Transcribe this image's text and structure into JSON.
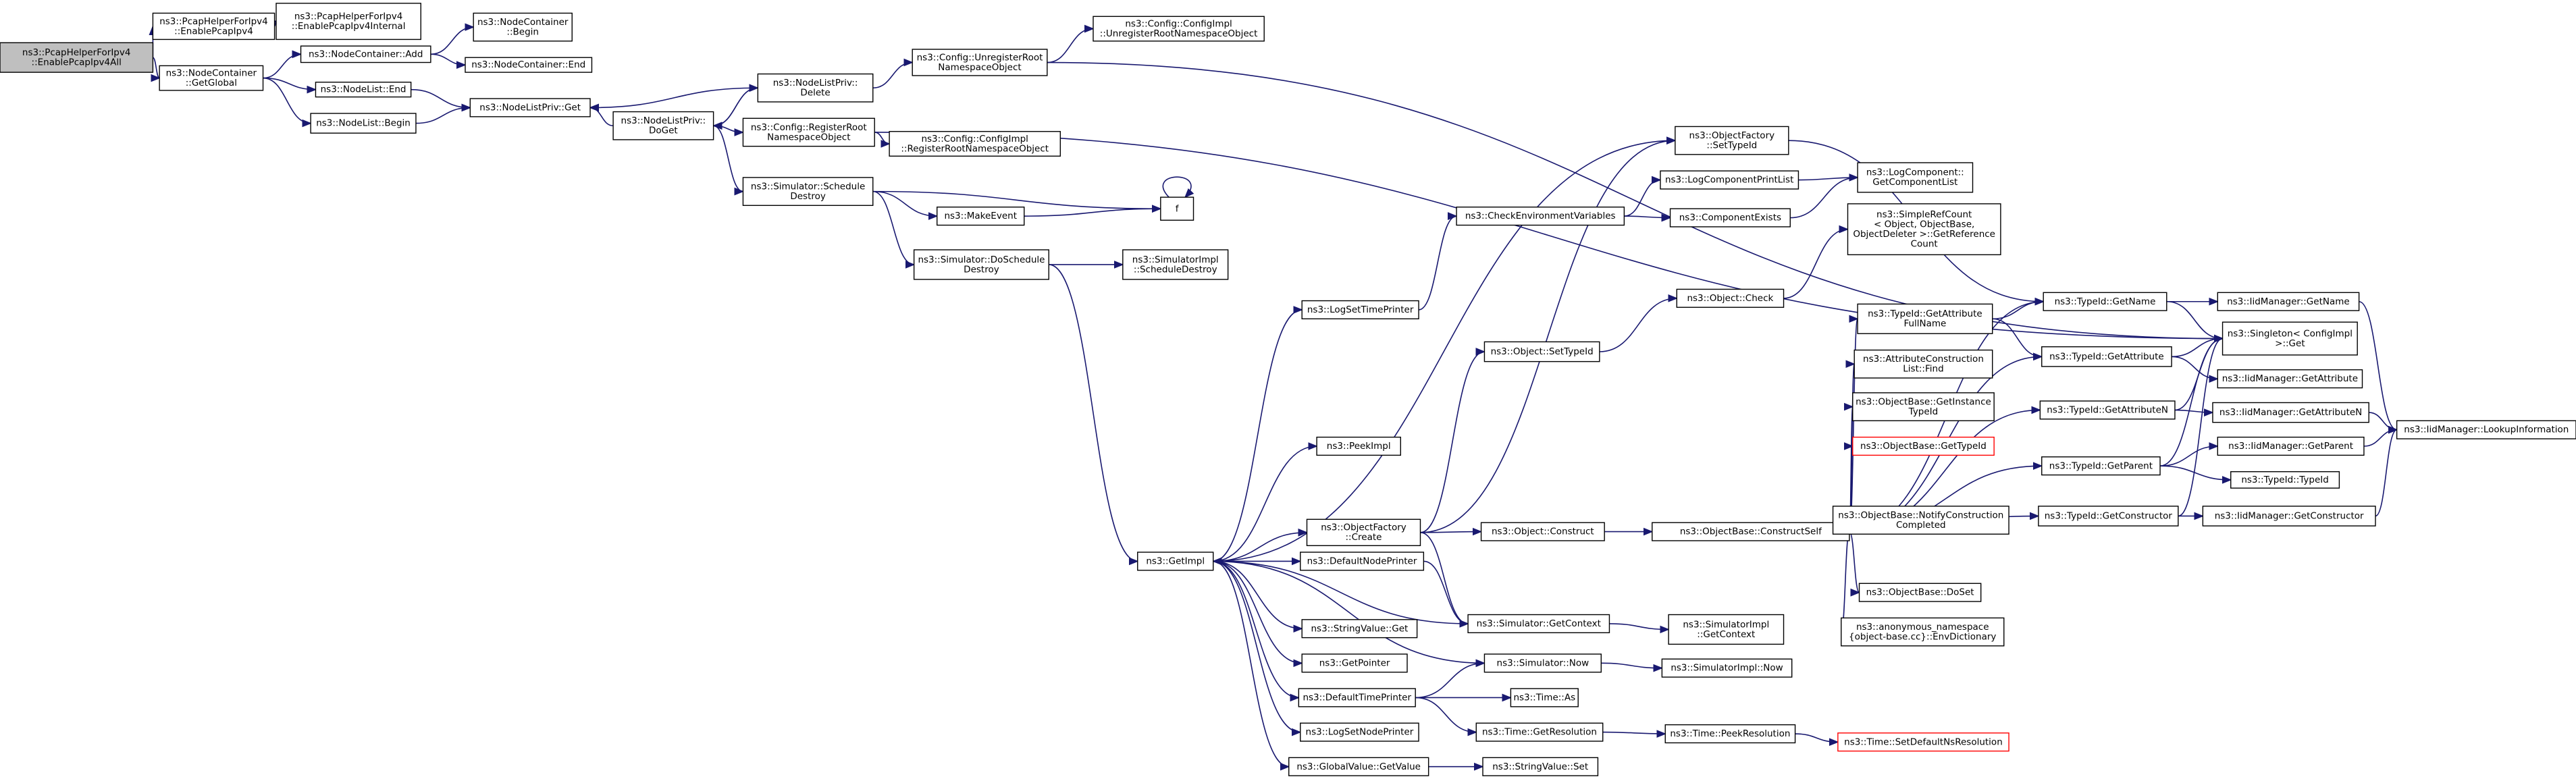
{
  "nodes": [
    {
      "id": "root",
      "lines": [
        "ns3::PcapHelperForIpv4",
        "::EnablePcapIpv4All"
      ],
      "style": "root"
    },
    {
      "id": "n1",
      "lines": [
        "ns3::PcapHelperForIpv4",
        "::EnablePcapIpv4"
      ]
    },
    {
      "id": "n2",
      "lines": [
        "ns3::PcapHelperForIpv4",
        "::EnablePcapIpv4Internal"
      ]
    },
    {
      "id": "n3",
      "lines": [
        "ns3::NodeContainer",
        "::GetGlobal"
      ]
    },
    {
      "id": "n4",
      "lines": [
        "ns3::NodeContainer::Add"
      ]
    },
    {
      "id": "n5",
      "lines": [
        "ns3::NodeContainer",
        "::Begin"
      ]
    },
    {
      "id": "n6",
      "lines": [
        "ns3::NodeContainer::End"
      ]
    },
    {
      "id": "n7",
      "lines": [
        "ns3::NodeList::End"
      ]
    },
    {
      "id": "n8",
      "lines": [
        "ns3::NodeList::Begin"
      ]
    },
    {
      "id": "n9",
      "lines": [
        "ns3::NodeListPriv::Get"
      ]
    },
    {
      "id": "n10",
      "lines": [
        "ns3::NodeListPriv::",
        "Delete"
      ]
    },
    {
      "id": "n11",
      "lines": [
        "ns3::NodeListPriv::",
        "DoGet"
      ]
    },
    {
      "id": "n12",
      "lines": [
        "ns3::Config::UnregisterRoot",
        "NamespaceObject"
      ]
    },
    {
      "id": "n13",
      "lines": [
        "ns3::Config::ConfigImpl",
        "::UnregisterRootNamespaceObject"
      ]
    },
    {
      "id": "n14",
      "lines": [
        "ns3::Config::RegisterRoot",
        "NamespaceObject"
      ]
    },
    {
      "id": "n15",
      "lines": [
        "ns3::Config::ConfigImpl",
        "::RegisterRootNamespaceObject"
      ]
    },
    {
      "id": "n16",
      "lines": [
        "ns3::Simulator::Schedule",
        "Destroy"
      ]
    },
    {
      "id": "n17",
      "lines": [
        "ns3::MakeEvent"
      ]
    },
    {
      "id": "n18",
      "lines": [
        "f"
      ]
    },
    {
      "id": "n19",
      "lines": [
        "ns3::Simulator::DoSchedule",
        "Destroy"
      ]
    },
    {
      "id": "n20",
      "lines": [
        "ns3::SimulatorImpl",
        "::ScheduleDestroy"
      ]
    },
    {
      "id": "n21",
      "lines": [
        "ns3::ObjectFactory",
        "::SetTypeId"
      ]
    },
    {
      "id": "n22",
      "lines": [
        "ns3::CheckEnvironmentVariables"
      ]
    },
    {
      "id": "n23",
      "lines": [
        "ns3::LogComponentPrintList"
      ]
    },
    {
      "id": "n24",
      "lines": [
        "ns3::ComponentExists"
      ]
    },
    {
      "id": "n25",
      "lines": [
        "ns3::LogComponent::",
        "GetComponentList"
      ]
    },
    {
      "id": "n26",
      "lines": [
        "ns3::SimpleRefCount",
        "< Object, ObjectBase,",
        "ObjectDeleter >::GetReference",
        "Count"
      ]
    },
    {
      "id": "n27",
      "lines": [
        "ns3::LogSetTimePrinter"
      ]
    },
    {
      "id": "n28",
      "lines": [
        "ns3::Object::Check"
      ]
    },
    {
      "id": "n29",
      "lines": [
        "ns3::TypeId::GetAttribute",
        "FullName"
      ]
    },
    {
      "id": "n30",
      "lines": [
        "ns3::TypeId::GetName"
      ]
    },
    {
      "id": "n31",
      "lines": [
        "ns3::IidManager::GetName"
      ]
    },
    {
      "id": "n32",
      "lines": [
        "ns3::Singleton< ConfigImpl",
        ">::Get"
      ]
    },
    {
      "id": "n33",
      "lines": [
        "ns3::Object::SetTypeId"
      ]
    },
    {
      "id": "n34",
      "lines": [
        "ns3::AttributeConstruction",
        "List::Find"
      ]
    },
    {
      "id": "n35",
      "lines": [
        "ns3::TypeId::GetAttribute"
      ]
    },
    {
      "id": "n36",
      "lines": [
        "ns3::IidManager::GetAttribute"
      ]
    },
    {
      "id": "n37",
      "lines": [
        "ns3::ObjectBase::GetInstance",
        "TypeId"
      ]
    },
    {
      "id": "n38",
      "lines": [
        "ns3::TypeId::GetAttributeN"
      ]
    },
    {
      "id": "n39",
      "lines": [
        "ns3::IidManager::GetAttributeN"
      ]
    },
    {
      "id": "n40",
      "lines": [
        "ns3::IidManager::LookupInformation"
      ]
    },
    {
      "id": "n41",
      "lines": [
        "ns3::ObjectBase::GetTypeId"
      ],
      "style": "red"
    },
    {
      "id": "n42",
      "lines": [
        "ns3::PeekImpl"
      ]
    },
    {
      "id": "n43",
      "lines": [
        "ns3::TypeId::GetParent"
      ]
    },
    {
      "id": "n44",
      "lines": [
        "ns3::IidManager::GetParent"
      ]
    },
    {
      "id": "n45",
      "lines": [
        "ns3::TypeId::TypeId"
      ]
    },
    {
      "id": "n46",
      "lines": [
        "ns3::ObjectFactory",
        "::Create"
      ]
    },
    {
      "id": "n47",
      "lines": [
        "ns3::Object::Construct"
      ]
    },
    {
      "id": "n48",
      "lines": [
        "ns3::ObjectBase::ConstructSelf"
      ]
    },
    {
      "id": "n49",
      "lines": [
        "ns3::ObjectBase::NotifyConstruction",
        "Completed"
      ]
    },
    {
      "id": "n50",
      "lines": [
        "ns3::TypeId::GetConstructor"
      ]
    },
    {
      "id": "n51",
      "lines": [
        "ns3::IidManager::GetConstructor"
      ]
    },
    {
      "id": "n52",
      "lines": [
        "ns3::GetImpl"
      ]
    },
    {
      "id": "n53",
      "lines": [
        "ns3::DefaultNodePrinter"
      ]
    },
    {
      "id": "n54",
      "lines": [
        "ns3::ObjectBase::DoSet"
      ]
    },
    {
      "id": "n55",
      "lines": [
        "ns3::Simulator::GetContext"
      ]
    },
    {
      "id": "n56",
      "lines": [
        "ns3::SimulatorImpl",
        "::GetContext"
      ]
    },
    {
      "id": "n57",
      "lines": [
        "ns3::StringValue::Get"
      ]
    },
    {
      "id": "n58",
      "lines": [
        "ns3::anonymous_namespace",
        "{object-base.cc}::EnvDictionary"
      ]
    },
    {
      "id": "n59",
      "lines": [
        "ns3::GetPointer"
      ]
    },
    {
      "id": "n60",
      "lines": [
        "ns3::Simulator::Now"
      ]
    },
    {
      "id": "n61",
      "lines": [
        "ns3::SimulatorImpl::Now"
      ]
    },
    {
      "id": "n62",
      "lines": [
        "ns3::DefaultTimePrinter"
      ]
    },
    {
      "id": "n63",
      "lines": [
        "ns3::Time::As"
      ]
    },
    {
      "id": "n64",
      "lines": [
        "ns3::Time::GetResolution"
      ]
    },
    {
      "id": "n65",
      "lines": [
        "ns3::LogSetNodePrinter"
      ]
    },
    {
      "id": "n66",
      "lines": [
        "ns3::Time::PeekResolution"
      ]
    },
    {
      "id": "n67",
      "lines": [
        "ns3::Time::SetDefaultNsResolution"
      ],
      "style": "red"
    },
    {
      "id": "n68",
      "lines": [
        "ns3::GlobalValue::GetValue"
      ]
    },
    {
      "id": "n69",
      "lines": [
        "ns3::StringValue::Set"
      ]
    }
  ],
  "edges": [
    [
      "root",
      "n1"
    ],
    [
      "root",
      "n3"
    ],
    [
      "n1",
      "n2"
    ],
    [
      "n3",
      "n4"
    ],
    [
      "n3",
      "n7"
    ],
    [
      "n3",
      "n8"
    ],
    [
      "n4",
      "n5"
    ],
    [
      "n4",
      "n6"
    ],
    [
      "n7",
      "n9"
    ],
    [
      "n8",
      "n9"
    ],
    [
      "n10",
      "n9"
    ],
    [
      "n11",
      "n9"
    ],
    [
      "n10",
      "n11"
    ],
    [
      "n11",
      "n10"
    ],
    [
      "n10",
      "n12"
    ],
    [
      "n12",
      "n13"
    ],
    [
      "n12",
      "n32"
    ],
    [
      "n11",
      "n14"
    ],
    [
      "n11",
      "n16"
    ],
    [
      "n14",
      "n15"
    ],
    [
      "n14",
      "n32"
    ],
    [
      "n16",
      "n17"
    ],
    [
      "n16",
      "n18"
    ],
    [
      "n16",
      "n19"
    ],
    [
      "n17",
      "n18"
    ],
    [
      "n18",
      "n18"
    ],
    [
      "n19",
      "n20"
    ],
    [
      "n19",
      "n52"
    ],
    [
      "n21",
      "n30"
    ],
    [
      "n22",
      "n23"
    ],
    [
      "n22",
      "n24"
    ],
    [
      "n23",
      "n25"
    ],
    [
      "n24",
      "n25"
    ],
    [
      "n27",
      "n22"
    ],
    [
      "n28",
      "n26"
    ],
    [
      "n29",
      "n30"
    ],
    [
      "n29",
      "n35"
    ],
    [
      "n30",
      "n31"
    ],
    [
      "n30",
      "n32"
    ],
    [
      "n31",
      "n40"
    ],
    [
      "n33",
      "n28"
    ],
    [
      "n35",
      "n36"
    ],
    [
      "n35",
      "n32"
    ],
    [
      "n38",
      "n39"
    ],
    [
      "n38",
      "n32"
    ],
    [
      "n39",
      "n40"
    ],
    [
      "n43",
      "n44"
    ],
    [
      "n43",
      "n45"
    ],
    [
      "n43",
      "n32"
    ],
    [
      "n44",
      "n40"
    ],
    [
      "n46",
      "n21"
    ],
    [
      "n46",
      "n33"
    ],
    [
      "n46",
      "n47"
    ],
    [
      "n46",
      "n55"
    ],
    [
      "n47",
      "n48"
    ],
    [
      "n48",
      "n30"
    ],
    [
      "n48",
      "n29"
    ],
    [
      "n48",
      "n34"
    ],
    [
      "n48",
      "n37"
    ],
    [
      "n48",
      "n41"
    ],
    [
      "n48",
      "n35"
    ],
    [
      "n48",
      "n38"
    ],
    [
      "n48",
      "n43"
    ],
    [
      "n48",
      "n49"
    ],
    [
      "n48",
      "n50"
    ],
    [
      "n48",
      "n54"
    ],
    [
      "n48",
      "n58"
    ],
    [
      "n50",
      "n51"
    ],
    [
      "n50",
      "n32"
    ],
    [
      "n51",
      "n40"
    ],
    [
      "n52",
      "n27"
    ],
    [
      "n52",
      "n42"
    ],
    [
      "n52",
      "n46"
    ],
    [
      "n52",
      "n53"
    ],
    [
      "n52",
      "n57"
    ],
    [
      "n52",
      "n59"
    ],
    [
      "n52",
      "n62"
    ],
    [
      "n52",
      "n65"
    ],
    [
      "n52",
      "n68"
    ],
    [
      "n52",
      "n21"
    ],
    [
      "n53",
      "n55"
    ],
    [
      "n55",
      "n56"
    ],
    [
      "n55",
      "n52"
    ],
    [
      "n60",
      "n61"
    ],
    [
      "n60",
      "n52"
    ],
    [
      "n62",
      "n60"
    ],
    [
      "n62",
      "n63"
    ],
    [
      "n62",
      "n64"
    ],
    [
      "n64",
      "n66"
    ],
    [
      "n66",
      "n67"
    ],
    [
      "n68",
      "n69"
    ]
  ]
}
